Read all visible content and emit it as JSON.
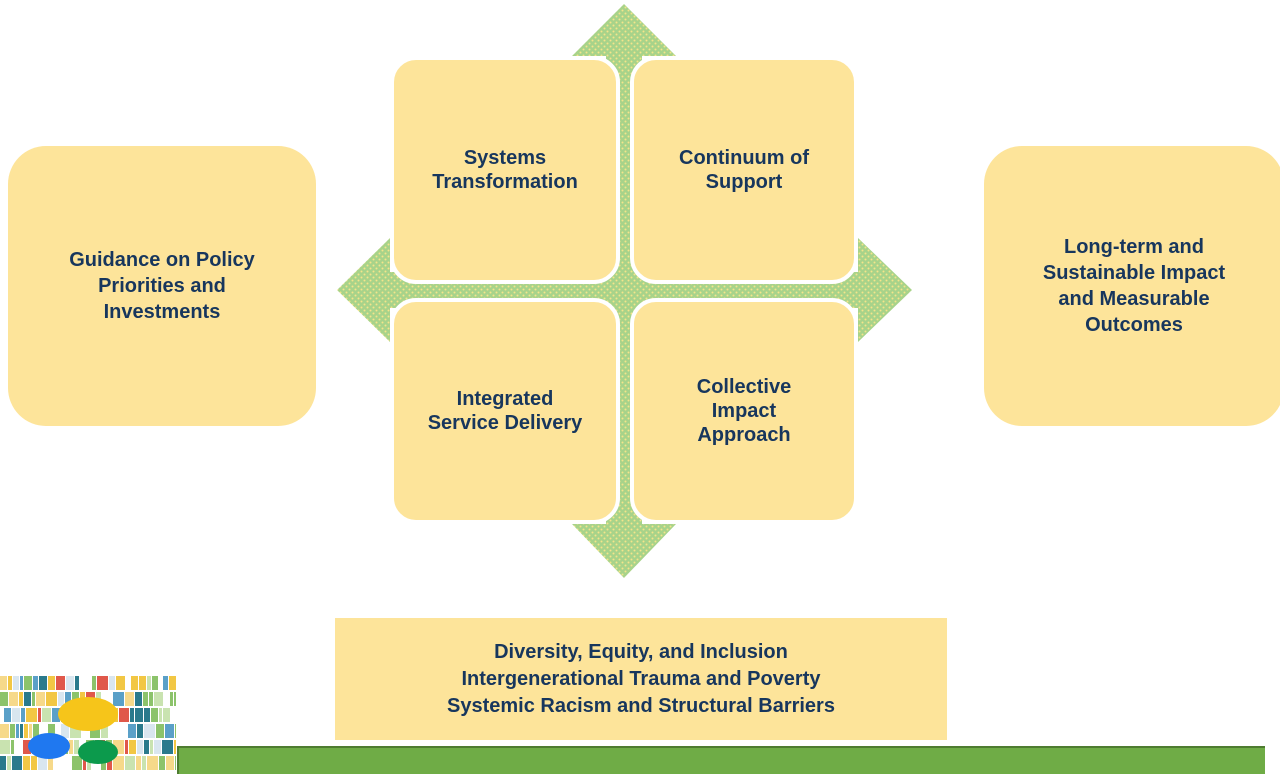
{
  "diagram": {
    "left_box": "Guidance on Policy\nPriorities and\nInvestments",
    "right_box": "Long-term and\nSustainable Impact\nand Measurable\nOutcomes",
    "quadrants": {
      "top_left": "Systems\nTransformation",
      "top_right": "Continuum of\nSupport",
      "bottom_left": "Integrated\nService Delivery",
      "bottom_right": "Collective\nImpact\nApproach"
    },
    "foundation": {
      "line1": "Diversity, Equity, and Inclusion",
      "line2": "Intergenerational Trauma and Poverty",
      "line3": "Systemic Racism and Structural Barriers"
    }
  },
  "colors": {
    "box_fill": "#fde49a",
    "text": "#17365d",
    "arrow_fill": "#a7d38a",
    "arrow_dots": "#f4e58a",
    "base_bar": "#6fac46",
    "logo_yellow": "#f6c51a",
    "logo_blue": "#1f78f0",
    "logo_green": "#0c9a4c"
  }
}
